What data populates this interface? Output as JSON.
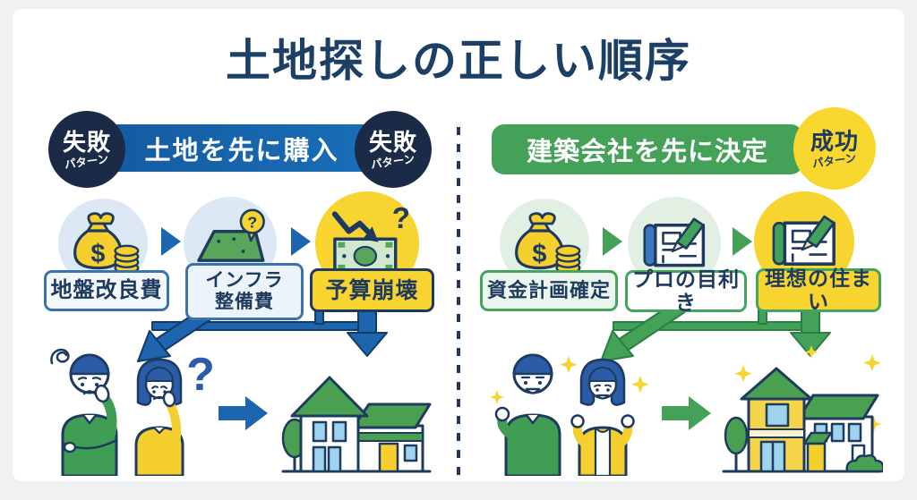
{
  "title": "土地探しの正しい順序",
  "symbols": {
    "dollar": "$",
    "question": "?"
  },
  "colors": {
    "title_navy": "#1c3f66",
    "navy_outline": "#1e3a5f",
    "failure_blue": "#1a69b4",
    "failure_badge_navy": "#1b2b47",
    "success_green": "#43a158",
    "accent_yellow": "#f7d42f",
    "light_blue_bg": "#dce9f4",
    "light_green_bg": "#e1f0e3"
  },
  "left_panel": {
    "pattern_label": {
      "line1": "失敗",
      "line2": "パターン"
    },
    "banner": "土地を先に購入",
    "steps": [
      {
        "icon": "money-bag-coins-icon",
        "label": "地盤改良費"
      },
      {
        "icon": "land-plot-question-icon",
        "label": "インフラ\n整備費"
      },
      {
        "icon": "budget-crash-icon",
        "label": "予算崩壊"
      }
    ]
  },
  "right_panel": {
    "pattern_label": {
      "line1": "成功",
      "line2": "パターン"
    },
    "banner": "建築会社を先に決定",
    "steps": [
      {
        "icon": "money-bag-coins-icon",
        "label": "資金計画確定"
      },
      {
        "icon": "blueprint-pencil-icon",
        "label": "プロの目利き"
      },
      {
        "icon": "blueprint-pencil-icon",
        "label": "理想の住まい"
      }
    ]
  }
}
